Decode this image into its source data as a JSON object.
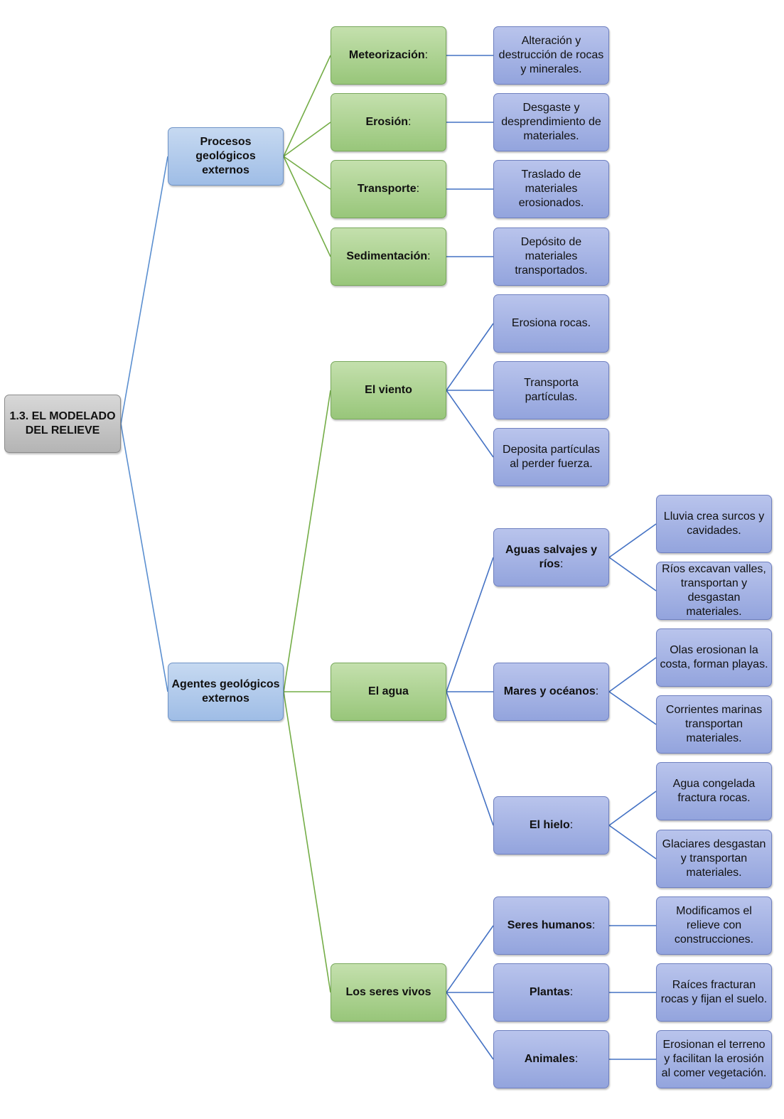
{
  "colors": {
    "line_blue": "#5b8fd0",
    "line_green": "#74ad47",
    "line_dark_blue": "#4472c4"
  },
  "root": {
    "label": "1.3. EL MODELADO DEL RELIEVE"
  },
  "procesos": {
    "label": "Procesos geológicos externos",
    "items": [
      {
        "name": "Meteorización",
        "suffix": ":",
        "desc": "Alteración y destrucción de rocas y minerales."
      },
      {
        "name": "Erosión",
        "suffix": ":",
        "desc": "Desgaste y desprendimiento de materiales."
      },
      {
        "name": "Transporte",
        "suffix": ":",
        "desc": "Traslado de materiales erosionados."
      },
      {
        "name": "Sedimentación",
        "suffix": ":",
        "desc": "Depósito de materiales transportados."
      }
    ]
  },
  "agentes": {
    "label": "Agentes geológicos externos",
    "viento": {
      "label": "El viento",
      "items": [
        "Erosiona rocas.",
        "Transporta partículas.",
        "Deposita partículas al perder fuerza."
      ]
    },
    "agua": {
      "label": "El agua",
      "subs": [
        {
          "name": "Aguas salvajes y ríos",
          "suffix": ":",
          "items": [
            "Lluvia crea surcos y cavidades.",
            "Ríos excavan valles, transportan y desgastan materiales."
          ]
        },
        {
          "name": "Mares y océanos",
          "suffix": ":",
          "items": [
            "Olas erosionan la costa, forman playas.",
            "Corrientes marinas transportan materiales."
          ]
        },
        {
          "name": "El hielo",
          "suffix": ":",
          "items": [
            "Agua congelada fractura rocas.",
            "Glaciares desgastan y transportan materiales."
          ]
        }
      ]
    },
    "seres": {
      "label": "Los seres vivos",
      "subs": [
        {
          "name": "Seres humanos",
          "suffix": ":",
          "desc": "Modificamos el relieve con construcciones."
        },
        {
          "name": "Plantas",
          "suffix": ":",
          "desc": "Raíces fracturan rocas y fijan el suelo."
        },
        {
          "name": "Animales",
          "suffix": ":",
          "desc": "Erosionan el terreno y facilitan la erosión al comer vegetación."
        }
      ]
    }
  }
}
